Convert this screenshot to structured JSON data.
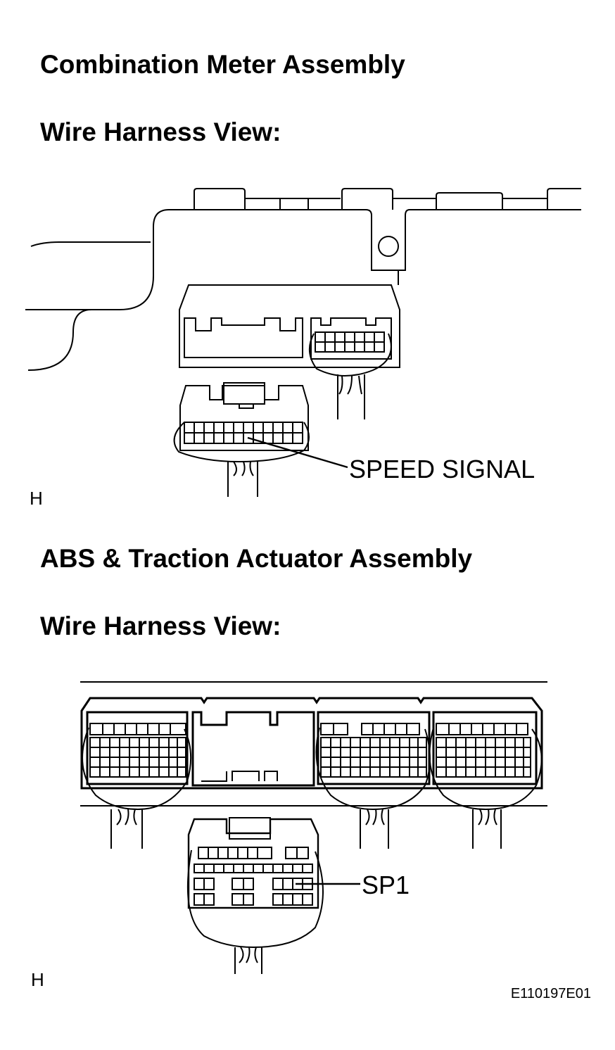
{
  "section1": {
    "title": "Combination Meter Assembly",
    "subtitle": "Wire Harness View:",
    "callout": "SPEED SIGNAL",
    "corner_mark": "H"
  },
  "section2": {
    "title": "ABS & Traction Actuator Assembly",
    "subtitle": "Wire Harness View:",
    "callout": "SP1",
    "corner_mark": "H"
  },
  "figure_code": "E110197E01"
}
